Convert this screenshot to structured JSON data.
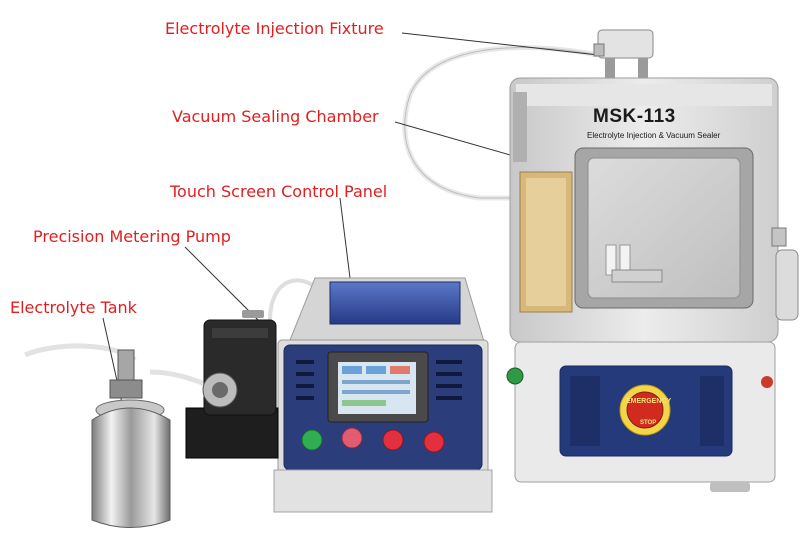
{
  "labels": {
    "fixture": "Electrolyte Injection Fixture",
    "chamber": "Vacuum Sealing Chamber",
    "panel": "Touch Screen Control Panel",
    "pump": "Precision Metering Pump",
    "tank": "Electrolyte Tank"
  },
  "machine": {
    "model": "MSK-113",
    "subtitle": "Electrolyte Injection & Vacuum Sealer",
    "estop_top": "EMERGENCY",
    "estop_bottom": "STOP"
  },
  "colors": {
    "label_red": "#e02020",
    "panel_blue": "#2b3d7a",
    "body_gray": "#d9d9d9",
    "window_tint": "#c9a86a",
    "estop_red": "#d12a1f"
  }
}
